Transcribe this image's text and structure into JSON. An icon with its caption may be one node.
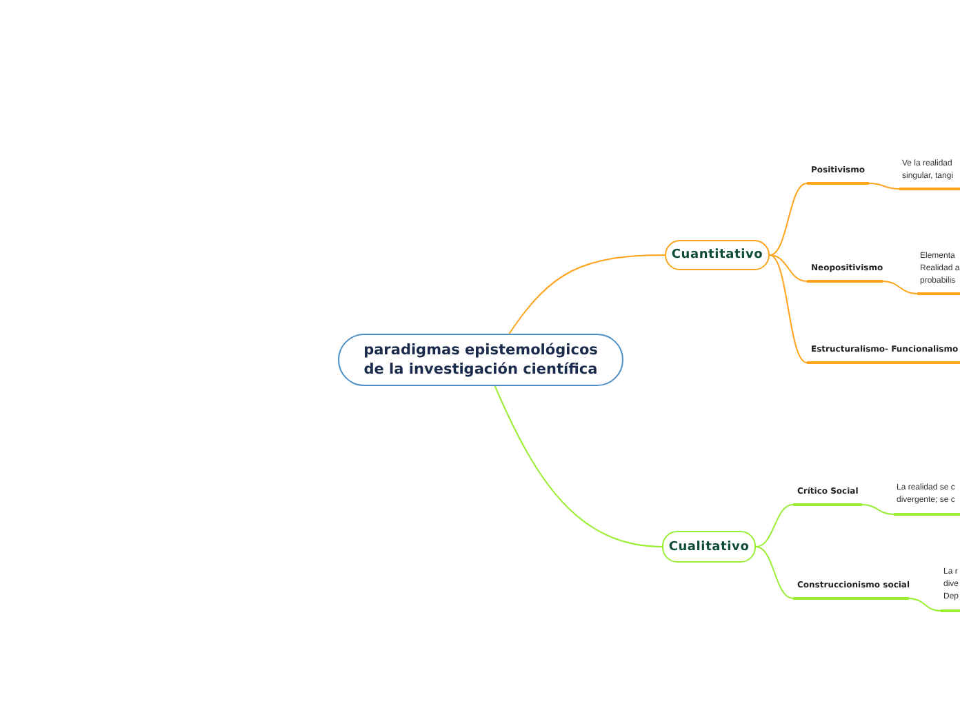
{
  "diagram": {
    "nodes": [
      {
        "text": [
          "paradigmas epistemológicos de la investigación científica"
        ]
      },
      {
        "text": [
          "Cuantitativo"
        ]
      },
      {
        "text": [
          "Cualitativo"
        ]
      },
      {
        "text": [
          "Positivismo"
        ]
      },
      {
        "text": [
          "Ve la realidad singular, tangi"
        ]
      },
      {
        "text": [
          "Neopositivismo"
        ]
      },
      {
        "text": [
          "Elementa Realidad a probabilis"
        ]
      },
      {
        "text": [
          "Estructuralismo- Funcionalismo"
        ]
      },
      {
        "text": [
          "Crítico Social"
        ]
      },
      {
        "text": [
          "La realidad se c divergente; se c"
        ]
      },
      {
        "text": [
          "Construccionismo social"
        ]
      },
      {
        "text": [
          "La r dive Dep"
        ]
      }
    ],
    "edges": [
      {
        "from": 0,
        "to": 1,
        "arrow": "none"
      },
      {
        "from": 0,
        "to": 2,
        "arrow": "none",
        "color": "#99ee33"
      },
      {
        "from": 1,
        "to": 3,
        "arrow": "none"
      },
      {
        "from": 3,
        "to": 4,
        "arrow": "none"
      },
      {
        "from": 1,
        "to": 5,
        "arrow": "none"
      },
      {
        "from": 5,
        "to": 6,
        "arrow": "none"
      },
      {
        "from": 1,
        "to": 7,
        "arrow": "none"
      },
      {
        "from": 2,
        "to": 8,
        "arrow": "none",
        "color": "#99ee33"
      },
      {
        "from": 8,
        "to": 9,
        "arrow": "none",
        "color": "#99ee33"
      },
      {
        "from": 2,
        "to": 10,
        "arrow": "none",
        "color": "#99ee33"
      },
      {
        "from": 10,
        "to": 11,
        "arrow": "none",
        "color": "#99ee33"
      }
    ]
  }
}
